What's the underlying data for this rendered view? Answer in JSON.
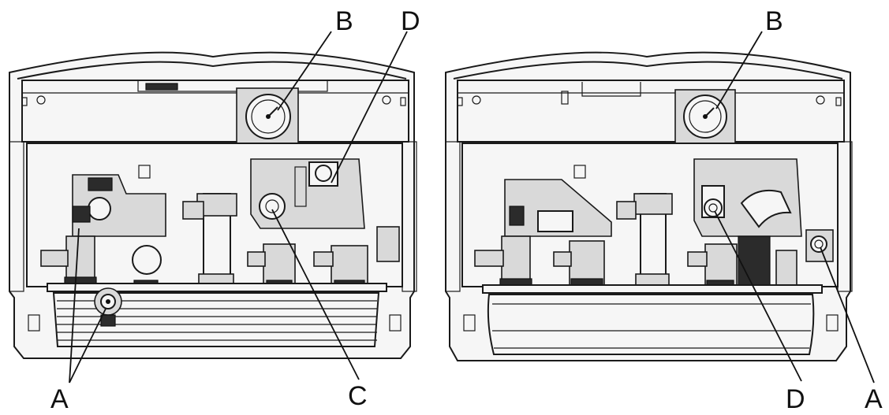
{
  "left_unit": {
    "labels": {
      "a": "A",
      "b": "B",
      "c": "C",
      "d": "D"
    }
  },
  "right_unit": {
    "labels": {
      "a": "A",
      "b": "B",
      "d": "D"
    }
  }
}
